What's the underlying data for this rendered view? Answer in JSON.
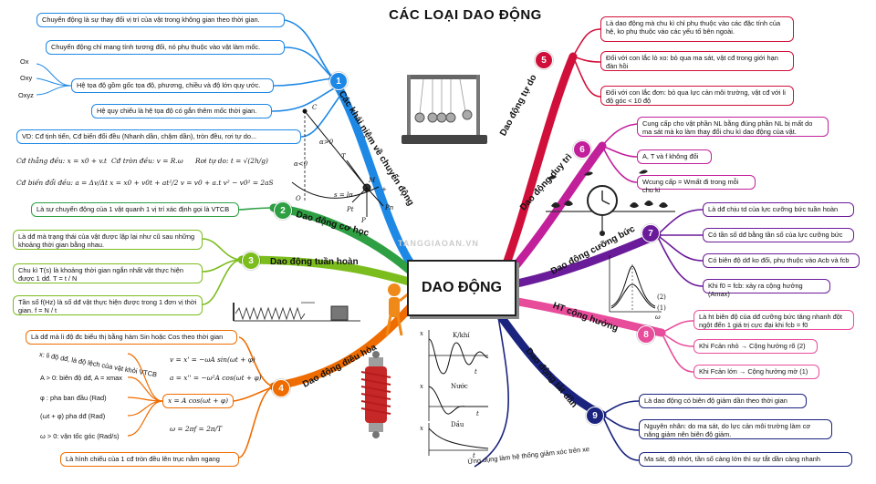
{
  "title": "CÁC LOẠI DAO ĐỘNG",
  "center": "DAO ĐỘNG",
  "watermark": "TANGGIAOAN.VN",
  "colors": {
    "b1": "#1e88e5",
    "b2": "#2ea043",
    "b3": "#7cbd1e",
    "b4": "#ef6c00",
    "b5": "#d0103a",
    "b6": "#c21f9b",
    "b7": "#6a1b9a",
    "b8": "#e84d9b",
    "b9": "#1a237e"
  },
  "branches": {
    "b1": {
      "num": "1",
      "label": "Các khái niệm về chuyển động"
    },
    "b2": {
      "num": "2",
      "label": "Dao động cơ học"
    },
    "b3": {
      "num": "3",
      "label": "Dao động tuần hoàn"
    },
    "b4": {
      "num": "4",
      "label": "Dao động điều hòa"
    },
    "b5": {
      "num": "5",
      "label": "Dao động tự do"
    },
    "b6": {
      "num": "6",
      "label": "Dao động duy trì"
    },
    "b7": {
      "num": "7",
      "label": "Dao động cưỡng bức"
    },
    "b8": {
      "num": "8",
      "label": "HT cộng hưởng"
    },
    "b9": {
      "num": "9",
      "label": "Dao động tắt dần"
    }
  },
  "b1_items": {
    "i1": "Chuyển động là sự thay đổi vị trí của vật trong không gian theo thời gian.",
    "i2": "Chuyển động chỉ mang tính tương đối, nó phụ thuộc vào vật làm mốc.",
    "i3": "Hệ tọa độ gồm gốc tọa độ, phương, chiều và độ lớn quy ước.",
    "i4": "Hệ quy chiếu là hệ tọa độ có gắn thêm mốc thời gian.",
    "i5": "VD: Cđ tịnh tiến, Cđ biến đổi đều (Nhanh dần, chậm dần), tròn đều, rơi tự do...",
    "ox": "Ox",
    "oxy": "Oxy",
    "oxyz": "Oxyz",
    "f1": "Cđ thẳng đều: x = x0 + v.t",
    "f2": "Cđ tròn đều:  v = R.ω",
    "f3": "Rơi tự do:  t = √(2h/g)",
    "f4": "Cđ biến đổi đều:  a = Δv/Δt   x = x0 + v0t + at²/2   v = v0 + a.t   v² − v0² = 2aS"
  },
  "b2_items": {
    "i1": "Là sự chuyển động của 1 vật quanh 1 vị trí xác định gọi là VTCB"
  },
  "b3_items": {
    "i1": "Là dđ mà trạng thái của vật được lặp lại như cũ sau những khoảng thời gian bằng nhau.",
    "i2": "Chu kì T(s) là khoảng thời gian ngắn nhất vật thực hiện được 1 dđ. T = t / N",
    "i3": "Tần số f(Hz) là số dđ vật thực hiện được trong 1 đơn vị thời gian. f = N / t"
  },
  "b4_items": {
    "i1": "Là dđ mà li độ đc biểu thị bằng hàm Sin hoặc Cos theo thời gian",
    "i2": "x: li độ dđ, là độ lệch của vật khỏi VTCB",
    "i3": "A > 0: biên độ dđ, A = xmax",
    "i4": "φ : pha ban đầu (Rad)",
    "i5": "(ωt + φ)  pha dđ (Rad)",
    "i6": "ω > 0: vận tốc góc (Rad/s)",
    "i7": "Là hình chiếu của 1 cđ tròn đều lên trục nằm ngang",
    "f1": "v = x' = −ωA sin(ωt + φ)",
    "f2": "a = x'' = −ω²A cos(ωt + φ)",
    "f3": "x = A cos(ωt + φ)",
    "f4": "ω = 2πf = 2π/T"
  },
  "b5_items": {
    "i1": "Là dao động mà chu kì chỉ phụ thuộc vào các đặc tính của hệ, ko phụ thuộc vào các yếu tố bên ngoài.",
    "i2": "Đối với con lắc lò xo: bỏ qua ma sát, vật cđ trong giới hạn đàn hồi",
    "i3": "Đối với con lắc đơn: bỏ qua lực cản môi trường, vật cđ với li độ góc < 10 độ"
  },
  "b6_items": {
    "i1": "Cung cấp cho vật phần NL bằng đúng phần NL bị mất do ma sát mà ko làm thay đổi chu kì dao động của vật.",
    "i2": "A, T và f không đổi",
    "i3": "Wcung cấp = Wmất đi trong mỗi chu kì"
  },
  "b7_items": {
    "i1": "Là dđ chịu td của lực cưỡng bức tuần hoàn",
    "i2": "Có tần số dđ bằng tần số của lực cưỡng bức",
    "i3": "Có biên độ dđ ko đổi, phụ thuộc vào Acb và fcb",
    "i4": "Khi f0 = fcb: xảy ra cộng hưởng (Amax)"
  },
  "b8_items": {
    "i1": "Là ht biên độ của dđ cưỡng bức tăng nhanh đột ngột đến 1 giá trị cực đại khi fcb = f0",
    "i2": "Khi Fcản nhỏ → Cộng hưởng rõ (2)",
    "i3": "Khi Fcản lớn → Cộng hưởng mờ (1)"
  },
  "b9_items": {
    "i1": "Là dao động có biên độ giảm dần theo thời gian",
    "i2": "Nguyên nhân: do ma sát, do lực cản môi trường làm cơ năng giảm nên biên độ giảm.",
    "i3": "Ma sát, độ nhớt, tần số càng lớn thì sự tắt dần càng nhanh",
    "i4": "Ứng dụng làm hệ thống giảm xóc trên xe"
  },
  "damped": {
    "k1": "K/khí",
    "k2": "Nước",
    "k3": "Dầu",
    "x": "x",
    "t": "t"
  },
  "pend": {
    "c": "C",
    "alpha_pos": "α>0",
    "alpha_neg": "α<0",
    "o": "O",
    "s": "s = lα",
    "m": "M",
    "t": "T",
    "p": "P",
    "pt": "Pt",
    "pn": "Pn",
    "plus": "+"
  },
  "reso": {
    "c1": "(1)",
    "c2": "(2)",
    "w": "ω"
  }
}
